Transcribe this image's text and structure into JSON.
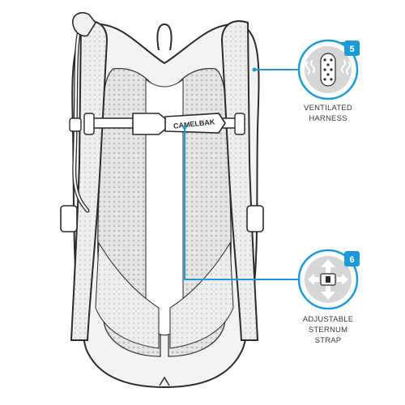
{
  "brand": {
    "logo_text": "CAMELBAK"
  },
  "colors": {
    "accent": "#1e9ad6",
    "outline": "#2b2b2b",
    "mesh_fill": "#d9d9d9",
    "body_fill": "#f3f3f3",
    "icon_fill": "#d6d6d6"
  },
  "callouts": [
    {
      "number": "5",
      "icon": "ventilation-mesh-icon",
      "label_lines": [
        "VENTILATED",
        "HARNESS"
      ]
    },
    {
      "number": "6",
      "icon": "adjust-arrows-icon",
      "label_lines": [
        "ADJUSTABLE",
        "STERNUM",
        "STRAP"
      ]
    }
  ]
}
